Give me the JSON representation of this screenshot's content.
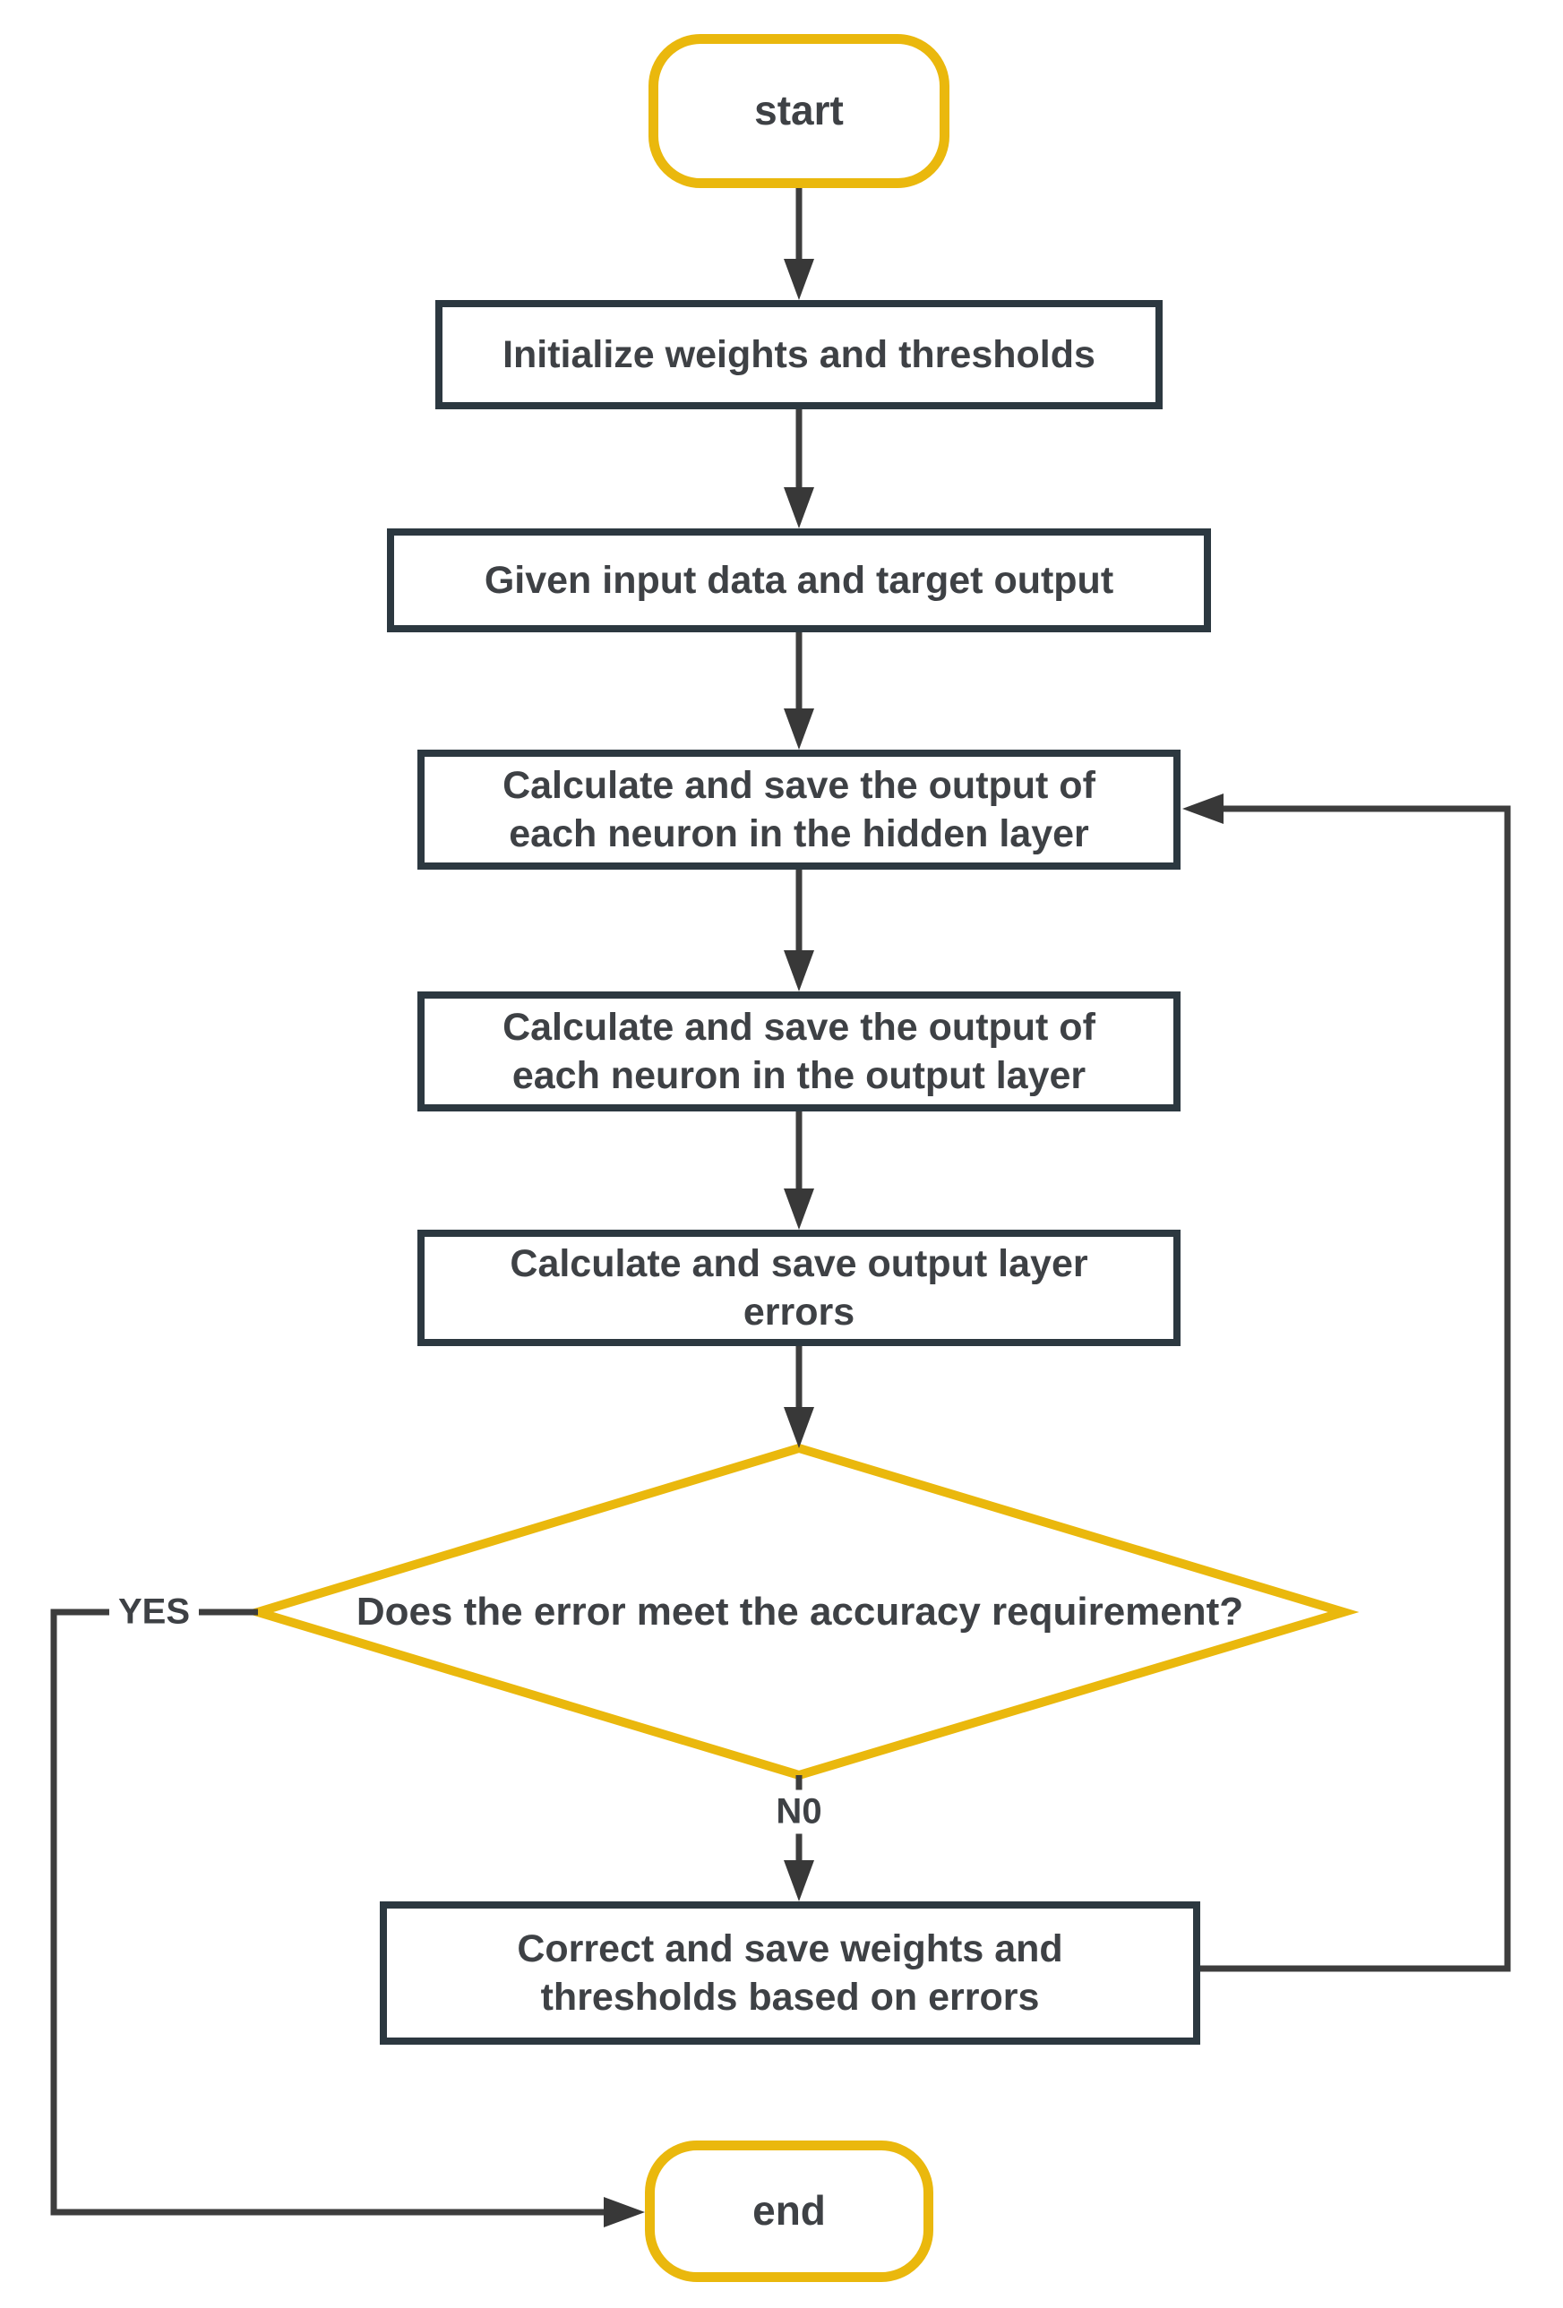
{
  "diagram": {
    "kind": "flowchart",
    "nodes": {
      "start": {
        "shape": "terminator",
        "label": "start"
      },
      "init": {
        "shape": "process",
        "label": "Initialize weights and thresholds"
      },
      "given": {
        "shape": "process",
        "label": "Given input data and target output"
      },
      "hidden": {
        "shape": "process",
        "label": "Calculate and save the output of each neuron in the hidden layer",
        "lines": [
          "Calculate and save the output of",
          "each neuron in the hidden layer"
        ]
      },
      "output": {
        "shape": "process",
        "label": "Calculate and save the output of each neuron in the output layer",
        "lines": [
          "Calculate and save the output of",
          "each neuron in the output layer"
        ]
      },
      "errors": {
        "shape": "process",
        "label": "Calculate and save output layer errors",
        "lines": [
          "Calculate and save output layer",
          "errors"
        ]
      },
      "decision": {
        "shape": "decision",
        "label": "Does the error meet the accuracy requirement?"
      },
      "correct": {
        "shape": "process",
        "label": "Correct and save weights and thresholds based on errors",
        "lines": [
          "Correct and save weights and",
          "thresholds based on errors"
        ]
      },
      "end": {
        "shape": "terminator",
        "label": "end"
      }
    },
    "edges": {
      "yes_label": "YES",
      "no_label": "N0",
      "list": [
        {
          "from": "start",
          "to": "init"
        },
        {
          "from": "init",
          "to": "given"
        },
        {
          "from": "given",
          "to": "hidden"
        },
        {
          "from": "hidden",
          "to": "output"
        },
        {
          "from": "output",
          "to": "errors"
        },
        {
          "from": "errors",
          "to": "decision"
        },
        {
          "from": "decision",
          "to": "correct",
          "label": "N0"
        },
        {
          "from": "correct",
          "to": "hidden"
        },
        {
          "from": "decision",
          "to": "end",
          "label": "YES"
        }
      ]
    },
    "colors": {
      "background": "#FFFFFF",
      "process_border": "#2C3840",
      "terminator_border": "#EAB80D",
      "decision_border": "#EAB80D",
      "connector": "#3D3D3D",
      "arrowhead": "#383838",
      "text": "#3E4145"
    }
  }
}
